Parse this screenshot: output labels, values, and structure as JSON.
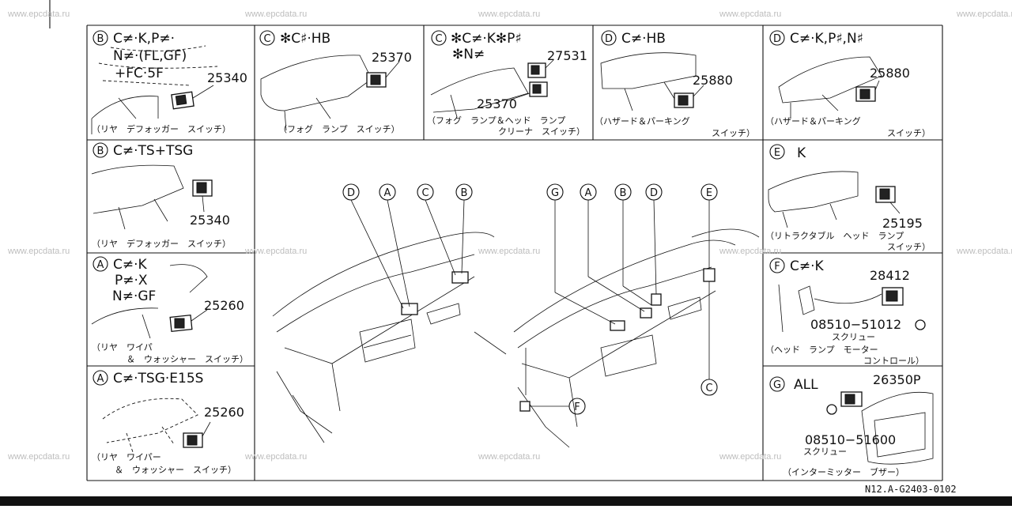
{
  "watermark": "www.epcdata.ru",
  "document_number": "N12.A-G2403-0102",
  "callout_letters": {
    "left": [
      "D",
      "A",
      "C",
      "B"
    ],
    "right": [
      "G",
      "A",
      "B",
      "D",
      "E"
    ],
    "right_bottom": "C",
    "fuse": "F"
  },
  "panels": [
    {
      "id": "b-rear-def-1",
      "letter": "B",
      "heading": [
        "C≠·K,P≠·",
        "N≠·(FL,GF)",
        "+FC·5F"
      ],
      "part_number": "25340",
      "caption": "（リヤ　デフォッガー　スイッチ）"
    },
    {
      "id": "c-fog-1",
      "letter": "C",
      "heading": [
        "✻C♯·HB"
      ],
      "part_number": "25370",
      "caption": "（フォグ　ランプ　スイッチ）"
    },
    {
      "id": "c-fog-cleaner",
      "letter": "C",
      "heading": [
        "✻C≠·K✻P♯",
        "✻N≠"
      ],
      "part_numbers": [
        "27531",
        "25370"
      ],
      "caption": [
        "（フォグ　ランプ＆ヘッド　ランプ",
        "クリーナ　スイッチ）"
      ]
    },
    {
      "id": "d-hazard-1",
      "letter": "D",
      "heading": [
        "C≠·HB"
      ],
      "part_number": "25880",
      "caption": [
        "（ハザード＆パーキング",
        "スイッチ）"
      ]
    },
    {
      "id": "d-hazard-2",
      "letter": "D",
      "heading": [
        "C≠·K,P♯,N♯"
      ],
      "part_number": "25880",
      "caption": [
        "（ハザード＆パーキング",
        "スイッチ）"
      ]
    },
    {
      "id": "b-rear-def-2",
      "letter": "B",
      "heading": [
        "C≠·TS+TSG"
      ],
      "part_number": "25340",
      "caption": "（リヤ　デフォッガー　スイッチ）"
    },
    {
      "id": "a-wiper-1",
      "letter": "A",
      "heading": [
        "C≠·K",
        "P≠·X",
        "N≠·GF"
      ],
      "part_number": "25260",
      "caption": [
        "（リヤ　ワイパ",
        "＆　ウォッシャー　スイッチ）"
      ]
    },
    {
      "id": "a-wiper-2",
      "letter": "A",
      "heading": [
        "C≠·TSG·E15S"
      ],
      "part_number": "25260",
      "caption": [
        "（リヤ　ワイパー",
        "＆　ウォッシャー　スイッチ）"
      ]
    },
    {
      "id": "e-retractable",
      "letter": "E",
      "heading": [
        "K"
      ],
      "part_number": "25195",
      "caption": [
        "（リトラクタブル　ヘッド　ランプ",
        "スイッチ）"
      ]
    },
    {
      "id": "f-motor-control",
      "letter": "F",
      "heading": [
        "C≠·K"
      ],
      "part_numbers": [
        "28412",
        "08510−51012"
      ],
      "screw_label": "スクリュー",
      "caption": [
        "（ヘッド　ランプ　モーター",
        "コントロール）"
      ]
    },
    {
      "id": "g-buzzer",
      "letter": "G",
      "heading": [
        "ALL"
      ],
      "part_numbers": [
        "26350P",
        "08510−51600"
      ],
      "screw_label": "スクリュー",
      "caption": "（インターミッター　ブザー）"
    }
  ]
}
